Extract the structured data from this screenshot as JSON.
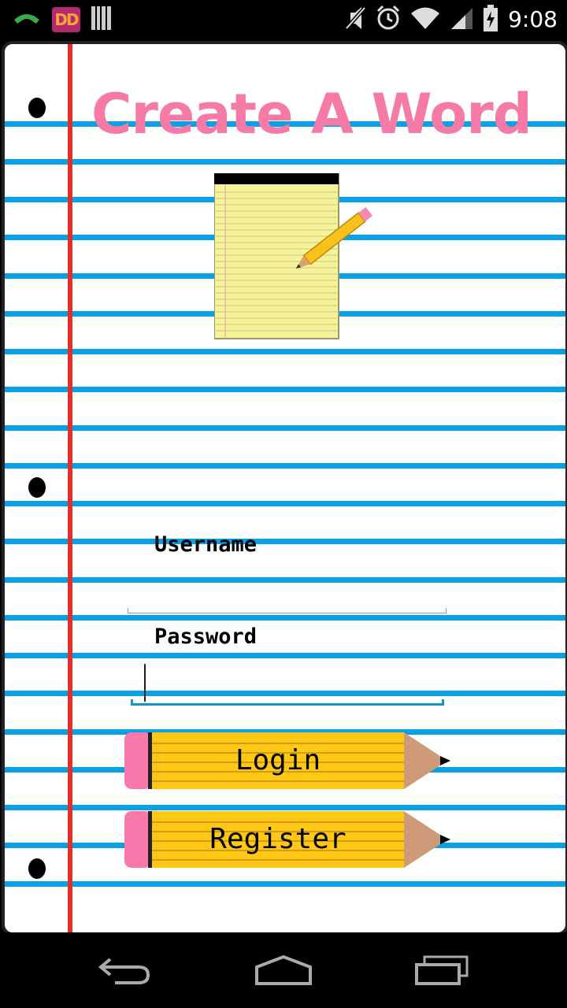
{
  "status_bar": {
    "time": "9:08",
    "left_icons": [
      "phone-call-icon",
      "app-badge-icon",
      "barcode-icon"
    ],
    "right_icons": [
      "mute-icon",
      "alarm-icon",
      "wifi-icon",
      "signal-icon",
      "battery-charging-icon"
    ],
    "badge_text": "DD"
  },
  "app": {
    "title": "Create A Word",
    "logo_icon": "notepad-pencil-icon"
  },
  "form": {
    "username_label": "Username",
    "username_value": "",
    "password_label": "Password",
    "password_value": ""
  },
  "buttons": {
    "login_label": "Login",
    "register_label": "Register"
  },
  "colors": {
    "title_pink": "#f57aa6",
    "rule_blue": "#0aa0e6",
    "margin_red": "#e0302a",
    "pencil_yellow": "#ffc814",
    "eraser_pink": "#f878ab",
    "focus_blue": "#1495c2"
  },
  "nav_bar": {
    "icons": [
      "back-icon",
      "home-icon",
      "recent-apps-icon"
    ]
  }
}
